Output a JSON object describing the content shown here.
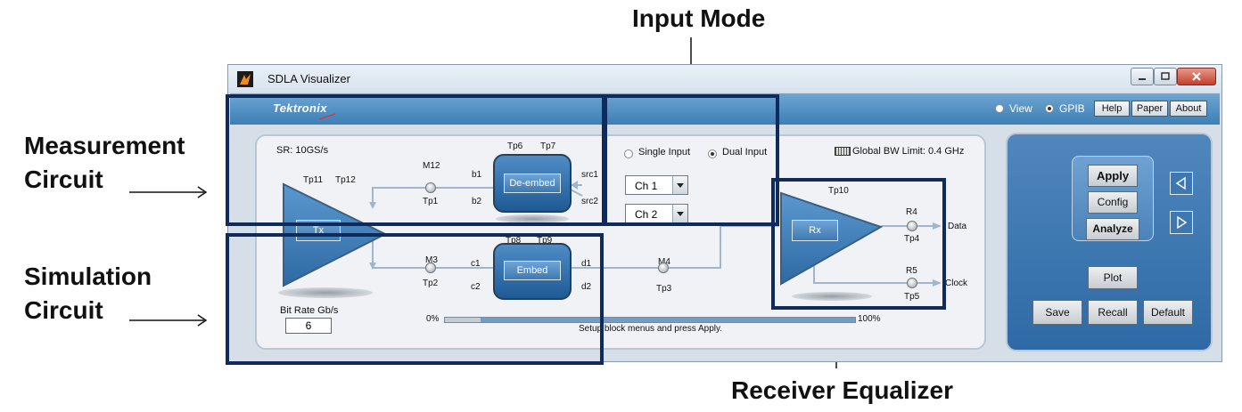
{
  "callouts": {
    "input_mode": "Input Mode",
    "measurement_circuit": [
      "Measurement",
      "Circuit"
    ],
    "simulation_circuit": [
      "Simulation",
      "Circuit"
    ],
    "receiver_equalizer": "Receiver Equalizer"
  },
  "window": {
    "title": "SDLA Visualizer",
    "controls": [
      "minimize-icon",
      "maximize-icon",
      "close-icon"
    ]
  },
  "banner": {
    "logo": "Tektronix",
    "mode_options": [
      {
        "label": "View",
        "selected": false
      },
      {
        "label": "GPIB",
        "selected": true
      }
    ],
    "buttons": [
      "Help",
      "Paper",
      "About"
    ]
  },
  "main": {
    "sample_rate": "SR: 10GS/s",
    "input_mode": {
      "options": [
        {
          "label": "Single Input",
          "selected": false
        },
        {
          "label": "Dual Input",
          "selected": true
        }
      ],
      "source1": "Ch 1",
      "source2": "Ch 2"
    },
    "global_bw_limit": "Global BW Limit: 0.4 GHz",
    "tx": {
      "label": "Tx",
      "tp_a": "Tp11",
      "tp_b": "Tp12"
    },
    "deembed": {
      "label": "De-embed",
      "tp_a": "Tp6",
      "tp_b": "Tp7",
      "port_in1": "b1",
      "port_in2": "b2",
      "port_out1": "src1",
      "port_out2": "src2"
    },
    "embed": {
      "label": "Embed",
      "tp_a": "Tp8",
      "tp_b": "Tp9",
      "port_in1": "c1",
      "port_in2": "c2",
      "port_out1": "d1",
      "port_out2": "d2"
    },
    "rx": {
      "label": "Rx",
      "tp": "Tp10"
    },
    "probes": {
      "m12": "M12",
      "tp1": "Tp1",
      "m3": "M3",
      "tp2": "Tp2",
      "m4": "M4",
      "tp3": "Tp3",
      "r4": "R4",
      "tp4": "Tp4",
      "data": "Data",
      "r5": "R5",
      "tp5": "Tp5",
      "clock": "Clock"
    },
    "bit_rate_label": "Bit Rate Gb/s",
    "bit_rate_value": "6",
    "progress": {
      "min_label": "0%",
      "max_label": "100%",
      "value": 0.0,
      "status": "Setup block menus and press Apply."
    }
  },
  "right_panel": {
    "group_buttons": [
      "Apply",
      "Config",
      "Analyze"
    ],
    "nav": [
      "left-arrow-icon",
      "right-arrow-icon"
    ],
    "plot": "Plot",
    "bottom_buttons": [
      "Save",
      "Recall",
      "Default"
    ]
  }
}
